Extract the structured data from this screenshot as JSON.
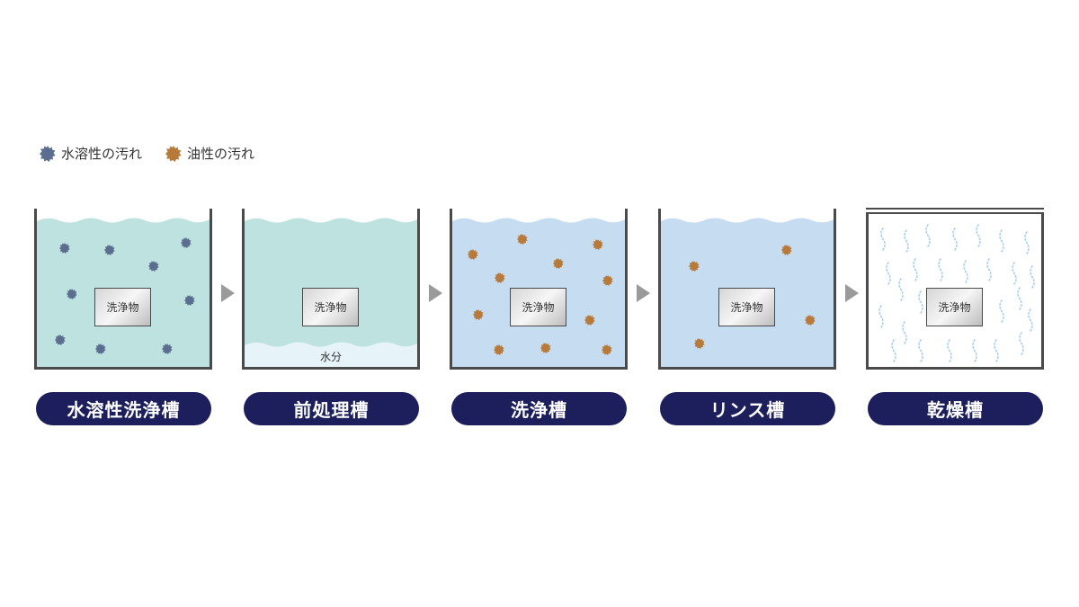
{
  "legend": {
    "items": [
      {
        "label": "水溶性の汚れ",
        "icon": "blue-stain-icon",
        "color": "#5b6e8f"
      },
      {
        "label": "油性の汚れ",
        "icon": "orange-stain-icon",
        "color": "#b77a3a"
      }
    ]
  },
  "colors": {
    "tank_wall": "#4a4a4a",
    "water_green": "#bde2df",
    "water_blue": "#c6dcf1",
    "water_residue": "#e6f3f8",
    "pill_bg": "#1c1f5c",
    "arrow": "#9a9a9a"
  },
  "stages": [
    {
      "label": "水溶性洗浄槽",
      "item": "洗浄物",
      "liquid": "#bde2df",
      "stains": "blue"
    },
    {
      "label": "前処理槽",
      "item": "洗浄物",
      "liquid": "#bde2df",
      "water_label": "水分"
    },
    {
      "label": "洗浄槽",
      "item": "洗浄物",
      "liquid": "#c6dcf1",
      "stains": "orange"
    },
    {
      "label": "リンス槽",
      "item": "洗浄物",
      "liquid": "#c6dcf1",
      "stains": "orange"
    },
    {
      "label": "乾燥槽",
      "item": "洗浄物",
      "liquid": "none",
      "vapor": true
    }
  ]
}
